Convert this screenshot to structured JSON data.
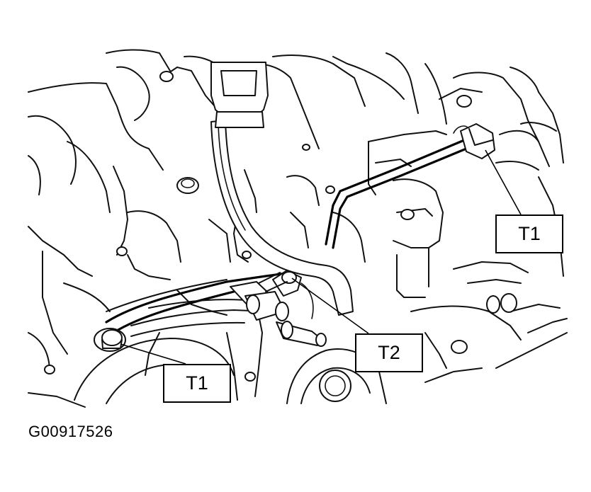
{
  "callouts": {
    "t1_top": "T1",
    "t2": "T2",
    "t1_bottom": "T1"
  },
  "figure_id": "G00917526",
  "colors": {
    "line": "#111111",
    "background": "#ffffff"
  }
}
